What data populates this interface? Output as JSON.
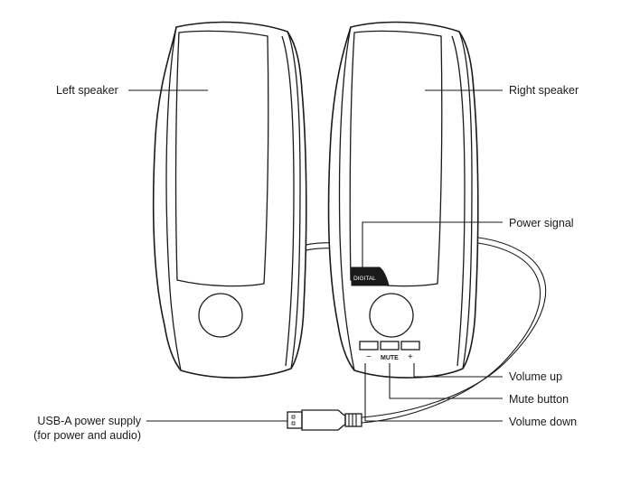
{
  "labels": {
    "left_speaker": "Left speaker",
    "right_speaker": "Right speaker",
    "power_signal": "Power signal",
    "volume_up": "Volume up",
    "mute_button": "Mute button",
    "volume_down": "Volume down",
    "usb_line1": "USB-A power supply",
    "usb_line2": "(for power and audio)"
  },
  "device_text": {
    "digital": "DIGITAL",
    "mute": "MUTE",
    "minus": "−",
    "plus": "+"
  },
  "colors": {
    "ink": "#1a1a1a",
    "badge": "#1a1a1a",
    "background": "#ffffff"
  }
}
